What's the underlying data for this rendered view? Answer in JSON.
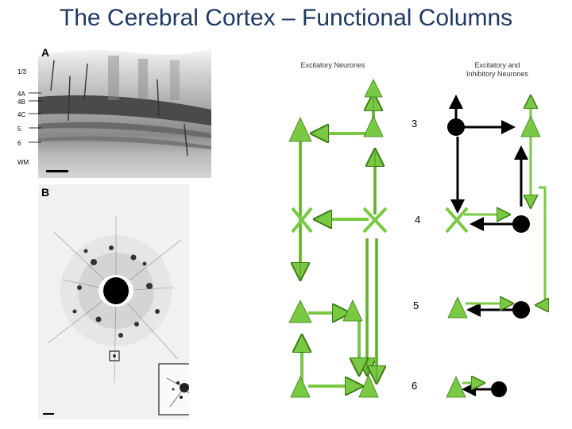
{
  "title": "The Cerebral Cortex – Functional Columns",
  "panel_a": {
    "label": "A",
    "layers": [
      "1/3",
      "4A",
      "4B",
      "4C",
      "5",
      "6",
      "WM"
    ]
  },
  "panel_b": {
    "label": "B"
  },
  "diagram": {
    "excitatory_heading": "Excitatory Neurones",
    "mixed_heading_line1": "Excitatory and",
    "mixed_heading_line2": "Inhibitory Neurones",
    "layer_numbers": [
      "3",
      "4",
      "5",
      "6"
    ],
    "colors": {
      "excitatory": "#7ac943",
      "excitatory_dark": "#3a7d14",
      "inhibitory": "#000000"
    }
  }
}
